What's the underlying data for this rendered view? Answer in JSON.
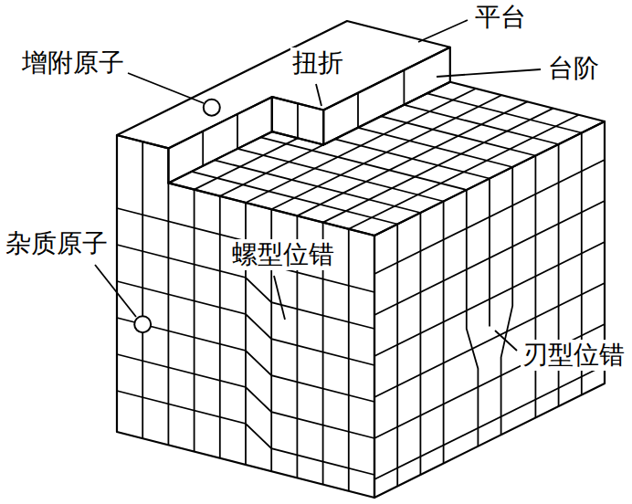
{
  "diagram": {
    "labels": [
      "平台",
      "扭折",
      "台阶",
      "增附原子",
      "杂质原子",
      "螺型位错",
      "刃型位错"
    ]
  }
}
